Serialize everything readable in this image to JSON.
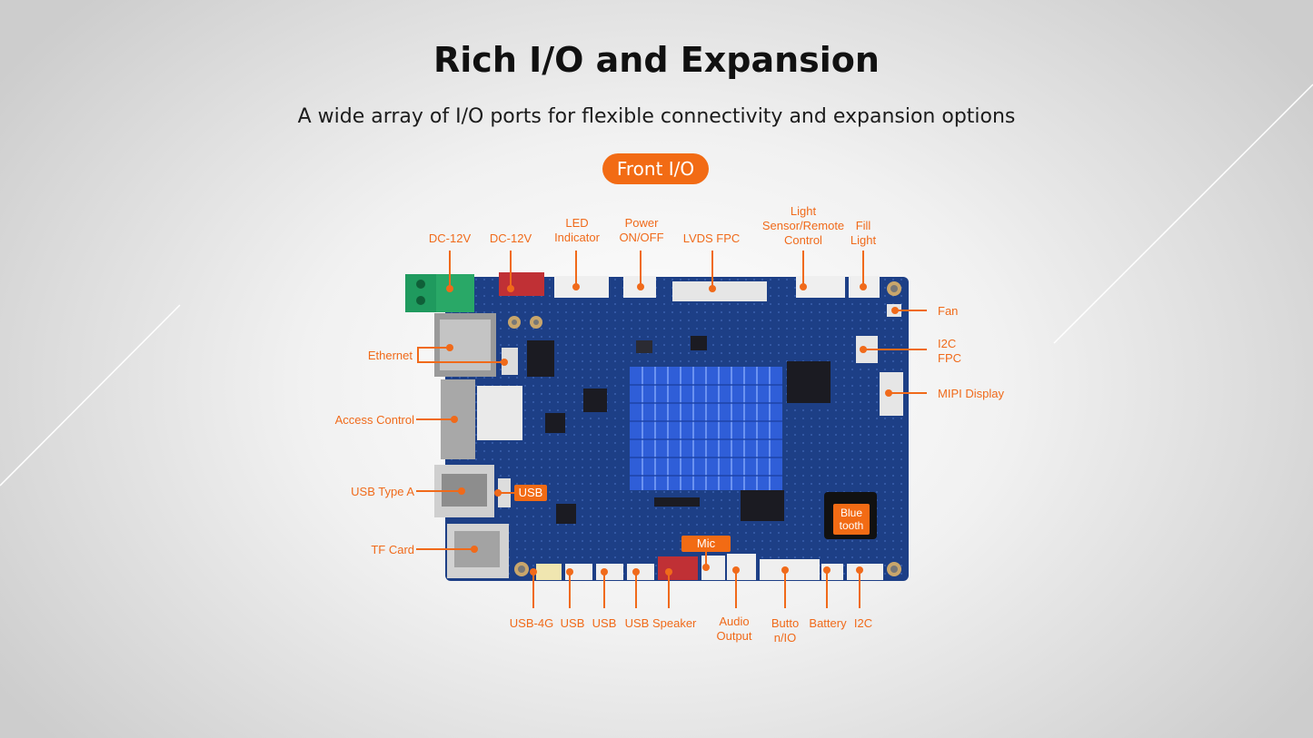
{
  "header": {
    "title": "Rich I/O and Expansion",
    "subtitle": "A wide array of I/O ports for flexible connectivity and expansion options",
    "section_pill": "Front I/O"
  },
  "colors": {
    "accent": "#f26b14",
    "board": "#1d3f86",
    "heatsink": "#2f5ed8"
  },
  "labels": {
    "dc12v_1": "DC-12V",
    "dc12v_2": "DC-12V",
    "led_indicator": "LED\nIndicator",
    "power_onoff": "Power\nON/OFF",
    "lvds_fpc": "LVDS FPC",
    "light_sensor": "Light\nSensor/Remote\nControl",
    "fill_light": "Fill\nLight",
    "fan": "Fan",
    "i2c_fpc": "I2C\nFPC",
    "mipi_display": "MIPI Display",
    "ethernet": "Ethernet",
    "access_control": "Access Control",
    "usb_type_a": "USB Type A",
    "tf_card": "TF Card",
    "usb_4g": "USB-4G",
    "usb_1": "USB",
    "usb_2": "USB",
    "usb_speaker": "USB Speaker",
    "audio_output": "Audio\nOutput",
    "button_io": "Butto\nn/IO",
    "battery": "Battery",
    "i2c": "I2C"
  },
  "tags": {
    "usb": "USB",
    "mic": "Mic",
    "bluetooth": "Blue\ntooth"
  }
}
